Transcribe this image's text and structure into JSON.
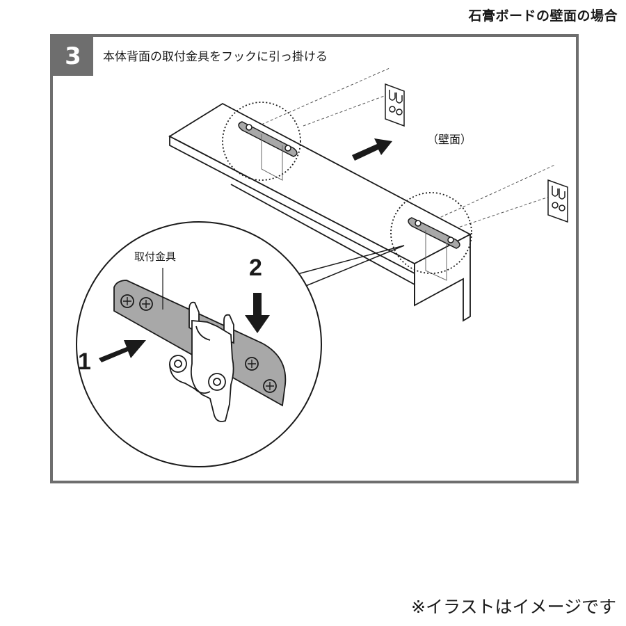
{
  "page_heading": "石膏ボードの壁面の場合",
  "step": {
    "number": "3",
    "instruction": "本体背面の取付金具をフックに引っ掛ける"
  },
  "labels": {
    "wall": "（壁面）",
    "bracket": "取付金具",
    "step_one": "1",
    "step_two": "2"
  },
  "footnote": "※イラストはイメージです",
  "colors": {
    "frame_gray": "#6e6e6e",
    "bracket_gray": "#a8a8a8",
    "line": "#1a1a1a"
  }
}
